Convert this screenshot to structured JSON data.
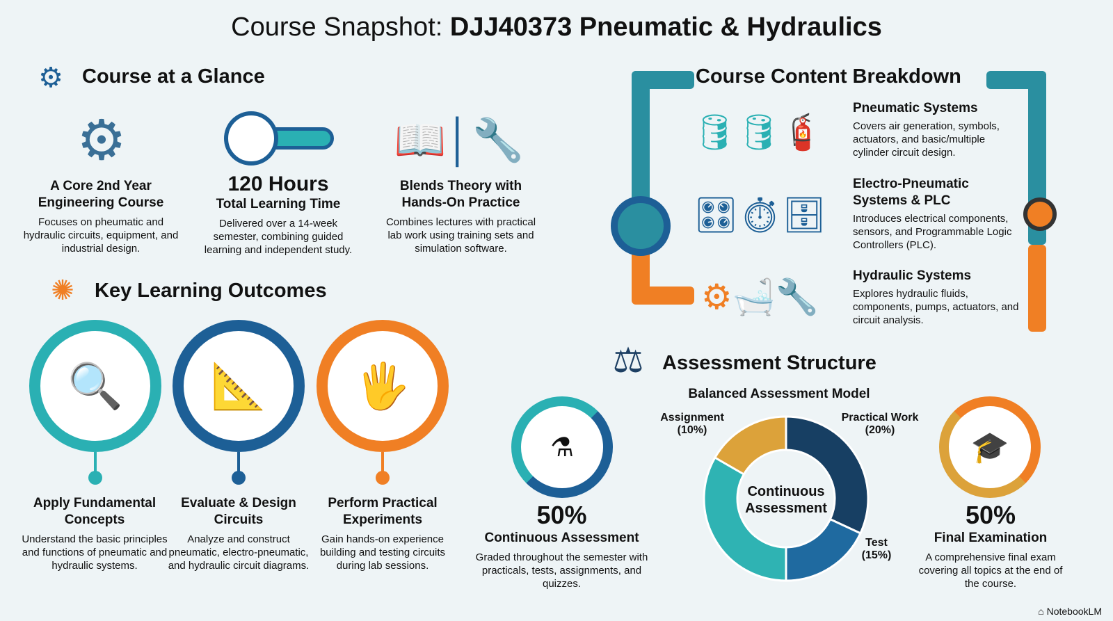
{
  "title": {
    "prefix": "Course Snapshot: ",
    "bold": "DJJ40373 Pneumatic & Hydraulics"
  },
  "glance": {
    "heading": "Course at a Glance",
    "items": [
      {
        "title": "A Core 2nd Year Engineering Course",
        "desc": "Focuses on pheumatic and hydraulic circuits, equipment, and industrial design."
      },
      {
        "big": "120 Hours",
        "title": "Total Learning Time",
        "desc": "Delivered over a 14-week semester, combining guided learning and independent study."
      },
      {
        "title": "Blends Theory with Hands-On Practice",
        "desc": "Combines lectures with practical lab work using training sets and simulation software."
      }
    ]
  },
  "outcomes": {
    "heading": "Key Learning Outcomes",
    "items": [
      {
        "title": "Apply Fundamental Concepts",
        "desc": "Understand the basic principles and functions of pneumatic and hydraulic systems.",
        "color": "#2ab0b3"
      },
      {
        "title": "Evaluate & Design Circuits",
        "desc": "Analyze and construct pneumatic, electro-pneumatic, and hydraulic circuit diagrams.",
        "color": "#1d5f96"
      },
      {
        "title": "Perform Practical Experiments",
        "desc": "Gain hands-on experience building and testing circuits during lab sessions.",
        "color": "#f07f24"
      }
    ]
  },
  "content": {
    "heading": "Course Content Breakdown",
    "items": [
      {
        "title": "Pneumatic Systems",
        "desc": "Covers air generation, symbols, actuators, and basic/multiple cylinder circuit design."
      },
      {
        "title": "Electro-Pneumatic Systems & PLC",
        "desc": "Introduces electrical components, sensors, and Programmable Logic Controllers (PLC)."
      },
      {
        "title": "Hydraulic Systems",
        "desc": "Explores hydraulic fluids, components, pumps, actuators, and circuit analysis."
      }
    ]
  },
  "assessment": {
    "heading": "Assessment Structure",
    "subtitle": "Balanced Assessment Model",
    "continuous": {
      "pct": "50%",
      "title": "Continuous Assessment",
      "desc": "Graded throughout the semester with practicals, tests, assignments, and quizzes."
    },
    "final": {
      "pct": "50%",
      "title": "Final Examination",
      "desc": "A comprehensive final exam covering all topics at the end of the course."
    },
    "donut": {
      "center": "Continuous Assessment",
      "segments": [
        {
          "label": "Practical Work",
          "pct": "(20%)",
          "color": "#173f63"
        },
        {
          "label": "Test",
          "pct": "(15%)",
          "color": "#1f6aa0"
        },
        {
          "label": "",
          "pct": "",
          "color": "#2fb3b3"
        },
        {
          "label": "Assignment",
          "pct": "(10%)",
          "color": "#dca23a"
        }
      ]
    }
  },
  "footer": {
    "brand": "NotebookLM"
  }
}
